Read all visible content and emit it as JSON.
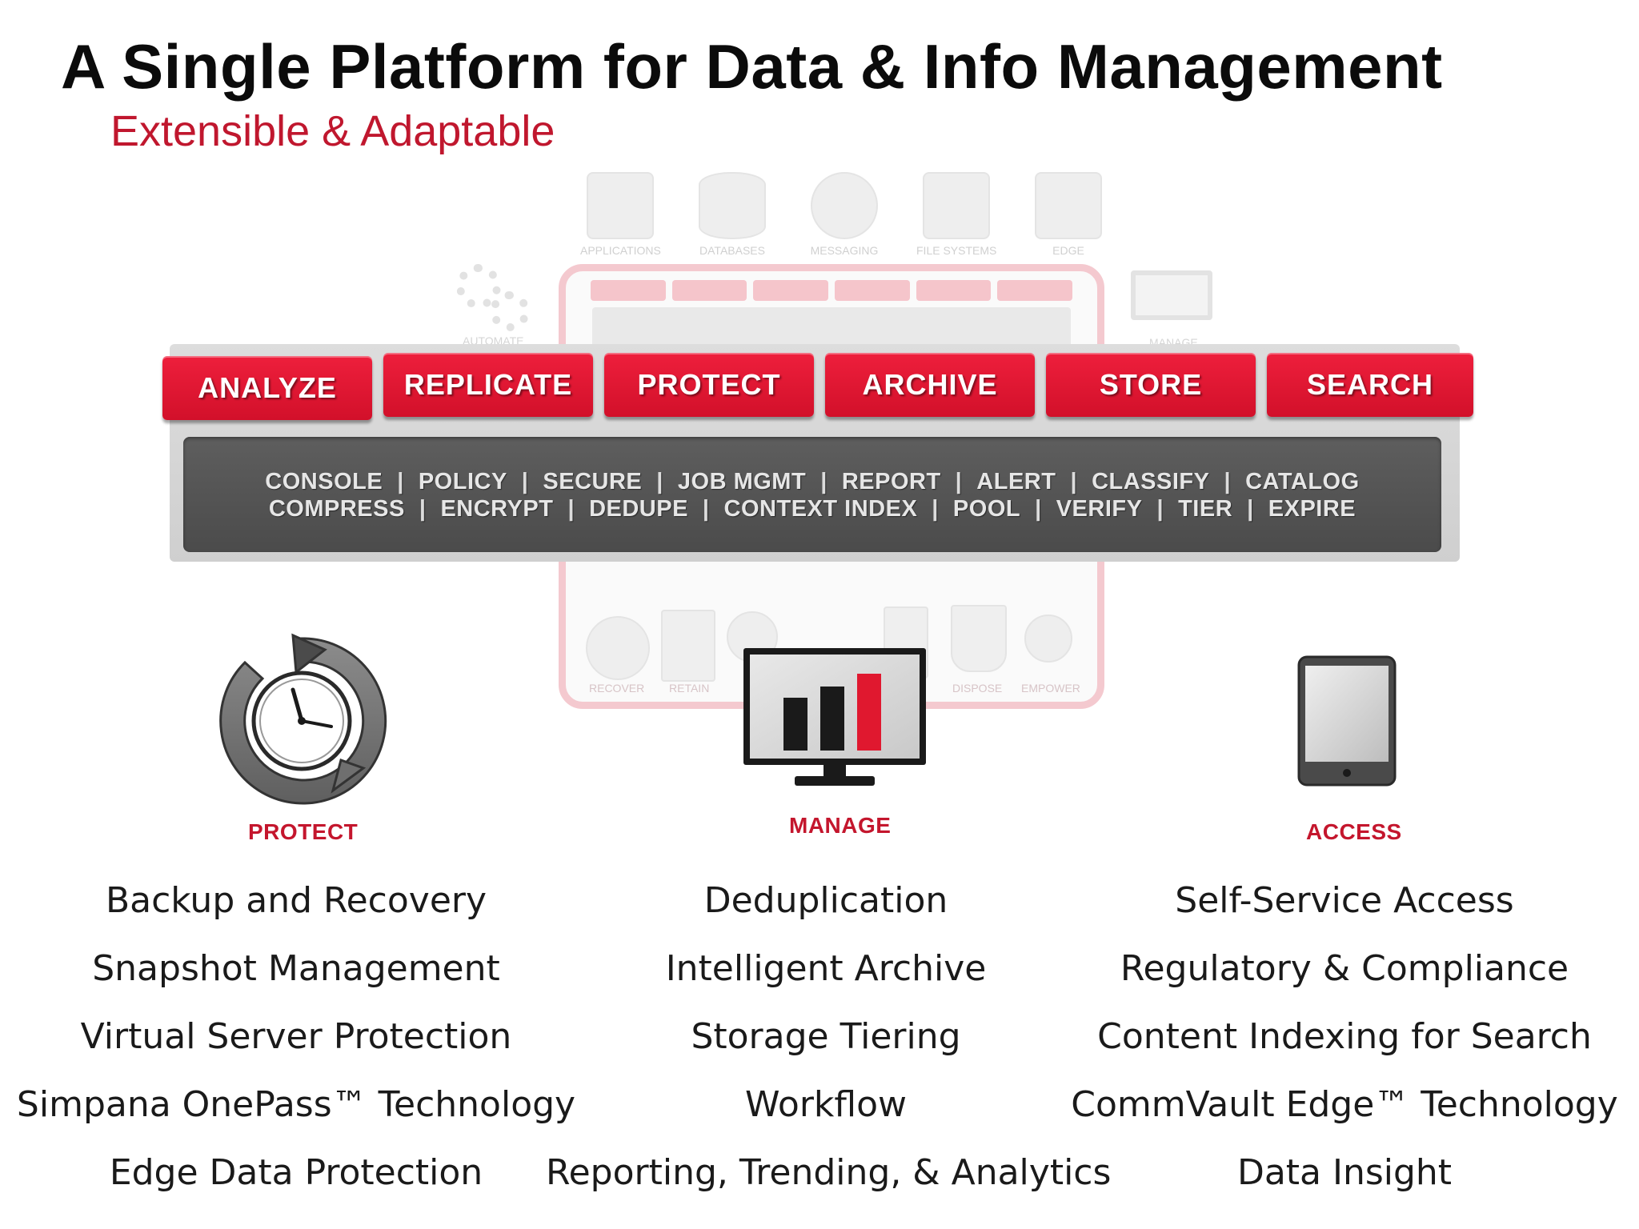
{
  "title": "A Single Platform for Data & Info Management",
  "subtitle": "Extensible & Adaptable",
  "background_diagram": {
    "top_icons": [
      "APPLICATIONS",
      "DATABASES",
      "MESSAGING",
      "FILE SYSTEMS",
      "EDGE"
    ],
    "side_labels": [
      "AUTOMATE",
      "MANAGE"
    ],
    "bottom_icons": [
      "RECOVER",
      "RETAIN",
      "DISPOSE",
      "EMPOWER"
    ]
  },
  "actions": [
    "ANALYZE",
    "REPLICATE",
    "PROTECT",
    "ARCHIVE",
    "STORE",
    "SEARCH"
  ],
  "services": {
    "row1": [
      "CONSOLE",
      "POLICY",
      "SECURE",
      "JOB MGMT",
      "REPORT",
      "ALERT",
      "CLASSIFY",
      "CATALOG"
    ],
    "row2": [
      "COMPRESS",
      "ENCRYPT",
      "DEDUPE",
      "CONTEXT INDEX",
      "POOL",
      "VERIFY",
      "TIER",
      "EXPIRE"
    ],
    "separator": "|"
  },
  "pillars": [
    {
      "label": "PROTECT",
      "icon": "clock-cycle-icon",
      "items": [
        "Backup and Recovery",
        "Snapshot Management",
        "Virtual Server Protection",
        "Simpana OnePass™ Technology",
        "Edge Data Protection"
      ]
    },
    {
      "label": "MANAGE",
      "icon": "monitor-chart-icon",
      "items": [
        "Deduplication",
        "Intelligent Archive",
        "Storage Tiering",
        "Workflow",
        "Reporting, Trending, & Analytics"
      ]
    },
    {
      "label": "ACCESS",
      "icon": "tablet-icon",
      "items": [
        "Self-Service Access",
        "Regulatory & Compliance",
        "Content Indexing for Search",
        "CommVault Edge™ Technology",
        "Data Insight"
      ]
    }
  ],
  "colors": {
    "accent_red": "#d2102a",
    "panel_dark": "#555555",
    "text": "#1a1a1a"
  }
}
